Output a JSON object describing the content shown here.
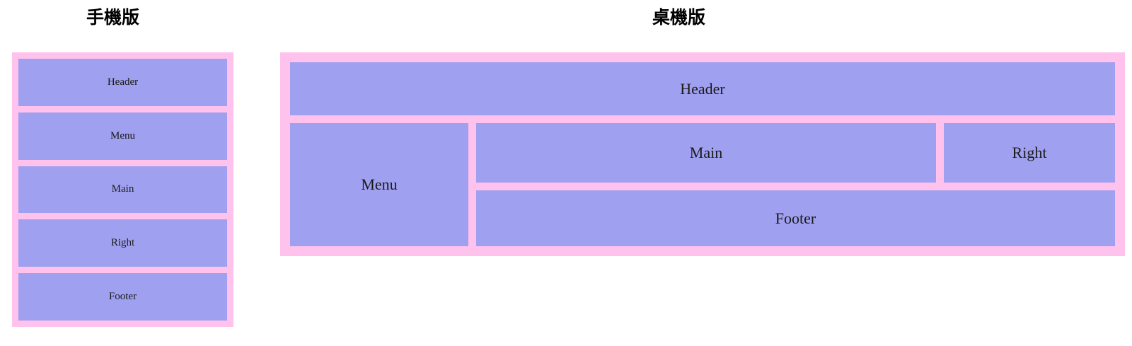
{
  "colors": {
    "frame_bg": "#ffc2ec",
    "cell_bg": "#a0a0f0",
    "text": "#1a1a1a",
    "title_text": "#000000",
    "page_bg": "#ffffff"
  },
  "mobile": {
    "title": "手機版",
    "regions": [
      {
        "label": "Header"
      },
      {
        "label": "Menu"
      },
      {
        "label": "Main"
      },
      {
        "label": "Right"
      },
      {
        "label": "Footer"
      }
    ]
  },
  "desktop": {
    "title": "桌機版",
    "regions": {
      "header": {
        "label": "Header"
      },
      "menu": {
        "label": "Menu"
      },
      "main": {
        "label": "Main"
      },
      "right": {
        "label": "Right"
      },
      "footer": {
        "label": "Footer"
      }
    }
  }
}
